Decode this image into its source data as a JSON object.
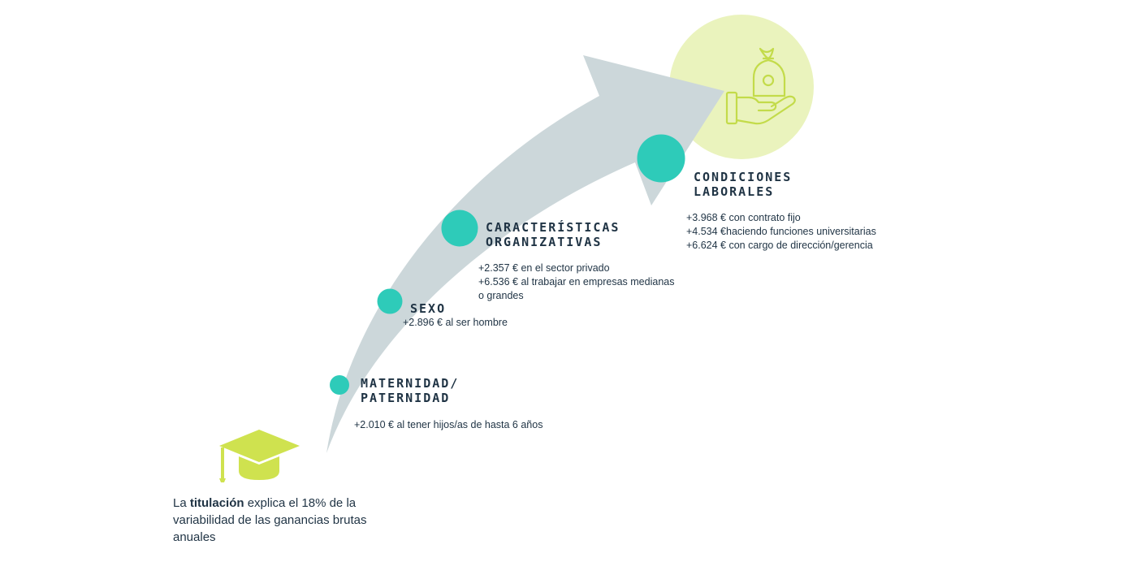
{
  "colors": {
    "arrow": "#ccd7da",
    "dot": "#2ecbb9",
    "text": "#1f3344",
    "goal_circle": "#eaf3bd",
    "goal_icon": "#c3db4a",
    "cap": "#cfe24f"
  },
  "icons": {
    "start": "graduation-cap-icon",
    "goal": "hand-money-bag-icon"
  },
  "intro": {
    "prefix": "La ",
    "highlight": "titulación",
    "suffix": " explica el 18% de la variabilidad de las ganancias brutas anuales"
  },
  "steps": [
    {
      "title_lines": [
        "MATERNIDAD/",
        "PATERNIDAD"
      ],
      "details": [
        "+2.010 € al tener hijos/as de hasta 6 años"
      ]
    },
    {
      "title_lines": [
        "SEXO"
      ],
      "details": [
        "+2.896 € al ser hombre"
      ]
    },
    {
      "title_lines": [
        "CARACTERÍSTICAS",
        "ORGANIZATIVAS"
      ],
      "details": [
        "+2.357 € en el sector privado",
        "+6.536 € al trabajar en empresas medianas",
        "o grandes"
      ]
    },
    {
      "title_lines": [
        "CONDICIONES",
        "LABORALES"
      ],
      "details": [
        "+3.968 € con contrato fijo",
        "+4.534 €haciendo funciones universitarias",
        "+6.624 € con cargo de dirección/gerencia"
      ]
    }
  ]
}
